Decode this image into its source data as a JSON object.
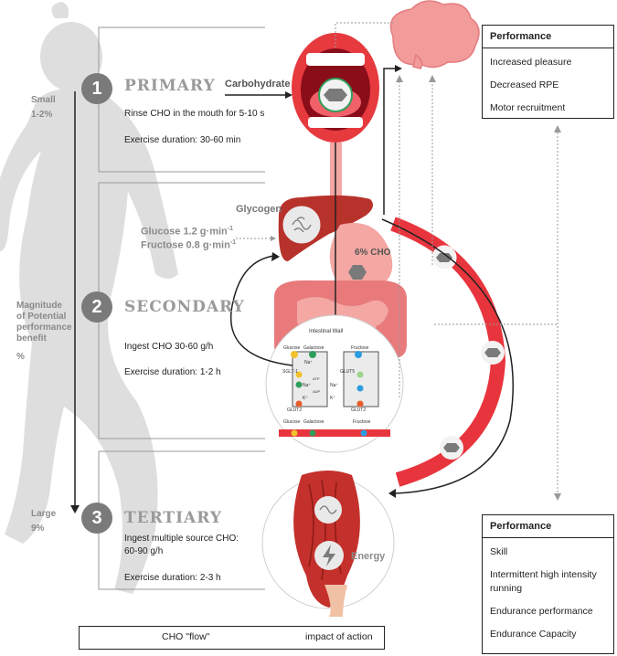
{
  "tiers": [
    {
      "number": "1",
      "title": "PRIMARY",
      "line1": "Rinse CHO in the mouth for 5-10 s",
      "line2": "Exercise duration: 30-60 min"
    },
    {
      "number": "2",
      "title": "SECONDARY",
      "line1": "Ingest CHO 30-60 g/h",
      "line2": "Exercise duration: 1-2 h"
    },
    {
      "number": "3",
      "title": "TERTIARY",
      "line1": "Ingest multiple source CHO:",
      "line1b": "60-90 g/h",
      "line2": "Exercise duration: 2-3 h"
    }
  ],
  "benefit_scale": {
    "small_label": "Small",
    "small_value": "1-2%",
    "axis_label_1": "Magnitude",
    "axis_label_2": "of Potential",
    "axis_label_3": "performance",
    "axis_label_4": "benefit",
    "axis_unit": "%",
    "large_label": "Large",
    "large_value": "9%"
  },
  "labels": {
    "carbohydrate": "Carbohydrate",
    "glycogen": "Glycogen",
    "glucose_rate": "Glucose 1.2 g·min",
    "fructose_rate": "Fructose 0.8 g·min",
    "rate_superscript": "-1",
    "cho_concentration": "6% CHO",
    "energy": "Energy"
  },
  "intestine_detail": {
    "title": "Intestinal Wall",
    "glucose": "Glucose",
    "galactose": "Galactose",
    "fructose": "Fructose",
    "sglt1": "SGLT-1",
    "glut5": "GLUT5",
    "glut2_left": "GLUT2",
    "glut2_right": "GLUT2",
    "na_plus": "Na⁺",
    "na_plus_2": "Na⁺",
    "na_plus_3": "Na⁺",
    "k_plus": "K⁺",
    "k_plus_2": "K⁺",
    "atp": "ATP",
    "adp": "ADP",
    "bottom_glucose": "Glucose",
    "bottom_galactose": "Galactose",
    "bottom_fructose": "Fructose"
  },
  "performance_top": {
    "heading": "Performance",
    "items": [
      "Increased pleasure",
      "Decreased RPE",
      "Motor recruitment"
    ]
  },
  "performance_bottom": {
    "heading": "Performance",
    "items": [
      "Skill",
      "Intermittent high intensity",
      "running",
      "Endurance performance",
      "Endurance Capacity"
    ]
  },
  "legend": {
    "flow_label": "CHO \"flow\"",
    "impact_label": "impact of action"
  },
  "colors": {
    "accent_red": "#d9363e",
    "organ_red": "#c93b35",
    "pink": "#f4a7a3",
    "gray_silhouette": "#dcdcdc",
    "badge_gray": "#7a7a7a"
  }
}
